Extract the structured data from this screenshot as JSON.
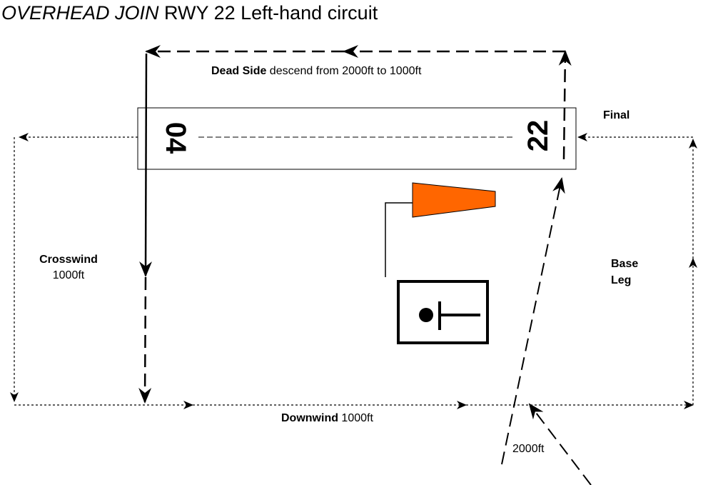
{
  "title": {
    "italic": "OVERHEAD JOIN",
    "rest": " RWY 22 Left-hand circuit"
  },
  "dead_side": {
    "bold": "Dead Side",
    "rest": " descend from 2000ft to 1000ft"
  },
  "final": "Final",
  "base": {
    "line1": "Base",
    "line2": "Leg"
  },
  "crosswind": {
    "line1": "Crosswind",
    "line2": "1000ft"
  },
  "downwind": {
    "bold": "Downwind",
    "rest": " 1000ft"
  },
  "join_altitude": "2000ft",
  "runway": {
    "left_number": "04",
    "right_number": "22"
  },
  "colors": {
    "windsock": "#ff6600",
    "line": "#000000"
  }
}
